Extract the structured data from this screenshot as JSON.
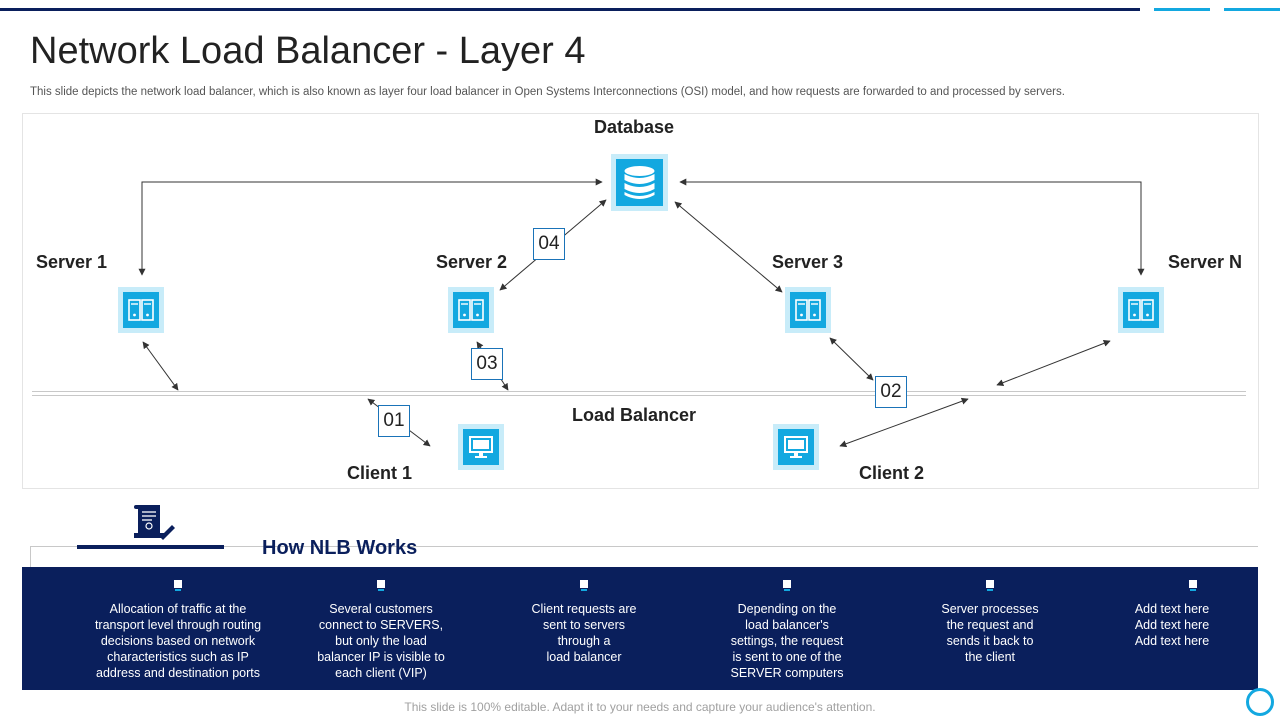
{
  "header": {
    "title": "Network Load Balancer - Layer 4",
    "subtitle": "This slide depicts the network load balancer, which is also known as layer four load balancer in Open Systems Interconnections (OSI) model, and how requests are forwarded to and processed by servers."
  },
  "diagram": {
    "database_label": "Database",
    "servers": [
      "Server 1",
      "Server 2",
      "Server 3",
      "Server N"
    ],
    "load_balancer_label": "Load Balancer",
    "clients": [
      "Client 1",
      "Client 2"
    ],
    "steps": [
      "01",
      "02",
      "03",
      "04"
    ],
    "icons": {
      "database": "database-icon",
      "server": "server-icon",
      "client": "monitor-icon"
    }
  },
  "how_it_works": {
    "title": "How NLB Works",
    "icon": "document-pen-icon",
    "items": [
      "Allocation of traffic at the\ntransport level through routing\ndecisions based on network\ncharacteristics such as IP\naddress and destination ports",
      "Several  customers\nconnect to SERVERS,\nbut only the load\nbalancer IP is visible to\neach client (VIP)",
      "Client requests are\nsent to servers\nthrough a\nload balancer",
      "Depending  on the\nload balancer's\nsettings, the request\nis sent to one of the\nSERVER computers",
      "Server  processes\nthe request and\nsends it back to\nthe client",
      "Add text here\nAdd text here\nAdd text here"
    ]
  },
  "footer": {
    "text": "This slide is 100% editable. Adapt it to your needs and capture your audience's attention."
  },
  "colors": {
    "navy": "#0a1f5c",
    "accent": "#13a8e0",
    "tile_bg": "#c8ecf9"
  }
}
